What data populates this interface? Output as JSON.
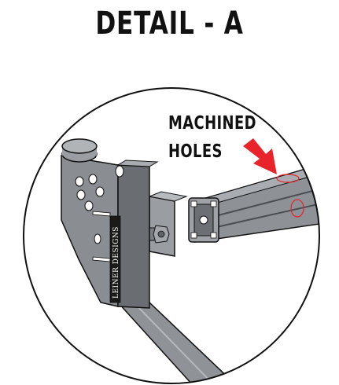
{
  "title": "DETAIL - A",
  "callout": {
    "line1": "MACHINED",
    "line2": "HOLES"
  },
  "bracket_label": "LEINER DESIGNS",
  "colors": {
    "frame": "#8a8e92",
    "frame_dark": "#5c6064",
    "extrusion": "#8e9296",
    "extrusion_dark": "#4a4e52",
    "arrow": "#e8232a",
    "hole_outline": "#e8232a",
    "line": "#111111"
  }
}
